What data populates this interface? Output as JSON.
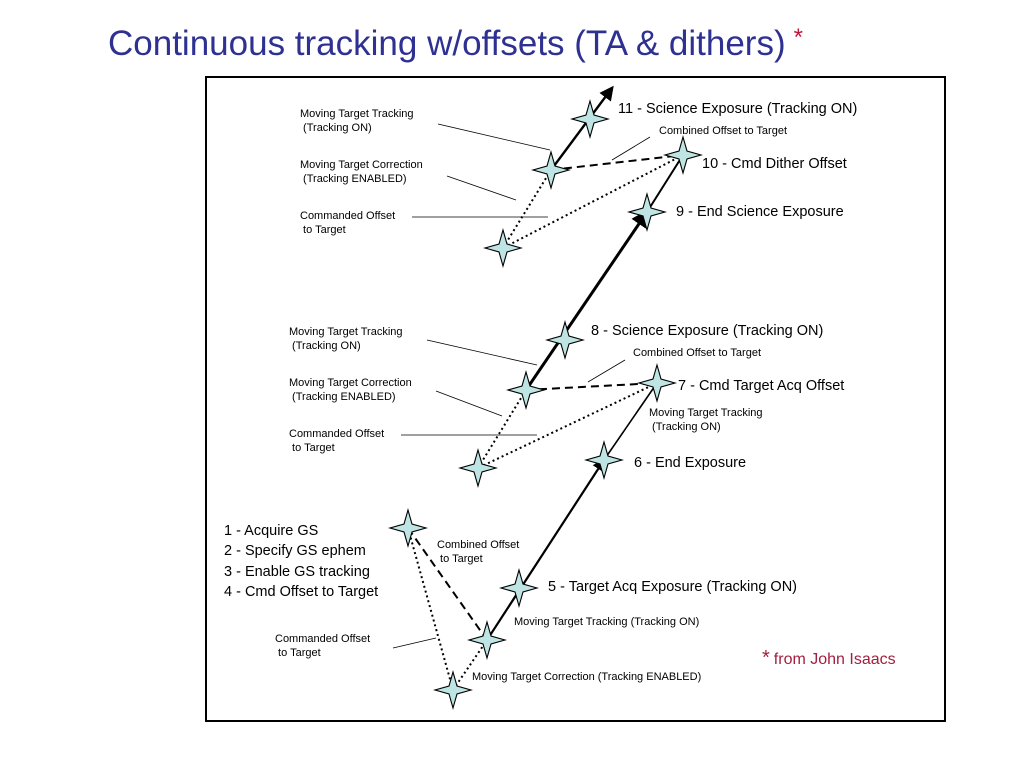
{
  "title": {
    "text": "Continuous tracking w/offsets (TA & dithers)",
    "asterisk": "*"
  },
  "credit": {
    "asterisk": "*",
    "text": "from John Isaacs"
  },
  "labels": {
    "step11": "11 - Science Exposure (Tracking ON)",
    "step10": "10 - Cmd Dither Offset",
    "step9": "9 - End Science Exposure",
    "step8": "8 - Science Exposure (Tracking ON)",
    "step7": "7 - Cmd Target Acq Offset",
    "step6": "6 - End Exposure",
    "step5": "5 - Target Acq Exposure (Tracking ON)",
    "steps1to4": "1 - Acquire GS\n2 - Specify GS ephem\n3 - Enable GS tracking\n4 - Cmd Offset to Target",
    "top_mtt": "Moving Target Tracking\n (Tracking ON)",
    "top_mtc": "Moving Target Correction\n (Tracking ENABLED)",
    "top_cmd_offset": "Commanded Offset\n to Target",
    "top_combined": "Combined Offset to Target",
    "mid_mtt": "Moving Target Tracking\n (Tracking ON)",
    "mid_mtc": "Moving Target Correction\n (Tracking ENABLED)",
    "mid_cmd_offset": "Commanded Offset\n to Target",
    "mid_combined": "Combined Offset to Target",
    "mid_mtt_right": "Moving Target Tracking\n (Tracking ON)",
    "bot_combined": "Combined Offset\n to Target",
    "bot_cmd_offset": "Commanded Offset\n to Target",
    "bot_mtt": "Moving Target Tracking (Tracking ON)",
    "bot_mtc": "Moving Target Correction (Tracking ENABLED)"
  },
  "colors": {
    "title": "#2e3192",
    "accent": "#c0143c",
    "star_fill": "#bfe4e4",
    "line": "#000000"
  },
  "icons": {
    "star": "four-point-star-icon"
  }
}
